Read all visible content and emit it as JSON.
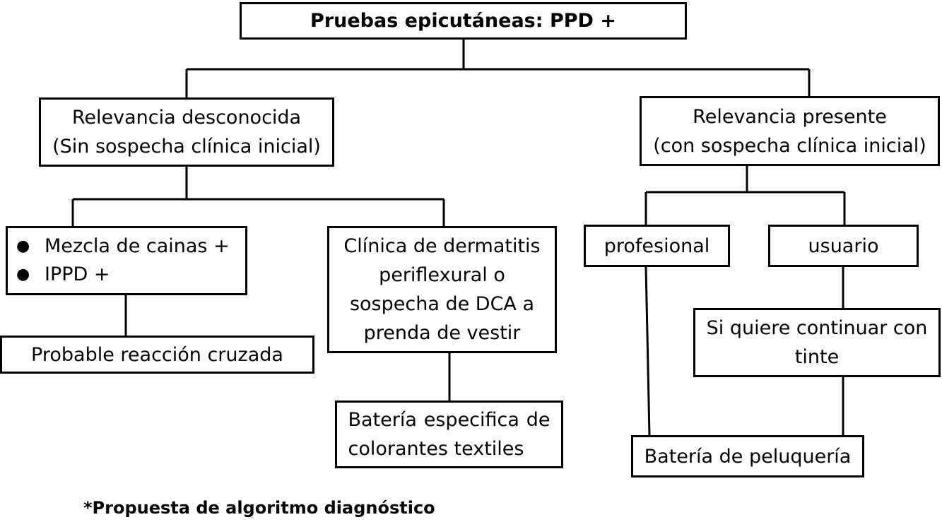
{
  "diagram": {
    "root": "Pruebas epicutáneas: PPD +",
    "left_branch": {
      "title_line1": "Relevancia desconocida",
      "title_line2": "(Sin sospecha clínica inicial)",
      "bullets": [
        "Mezcla de cainas +",
        "IPPD +"
      ],
      "bullet_result": "Probable reacción cruzada",
      "clinic_lines": [
        "Clínica de dermatitis",
        "periflexural o",
        "sospecha de DCA a",
        "prenda de vestir"
      ],
      "clinic_result_lines": [
        "Batería especifica de",
        "colorantes textiles"
      ]
    },
    "right_branch": {
      "title_line1": "Relevancia presente",
      "title_line2": "(con sospecha clínica inicial)",
      "professional": "profesional",
      "user": "usuario",
      "continue_lines": [
        "Si quiere continuar con",
        "tinte"
      ],
      "result": "Batería de peluquería"
    },
    "footnote": "*Propuesta de algoritmo diagnóstico"
  }
}
